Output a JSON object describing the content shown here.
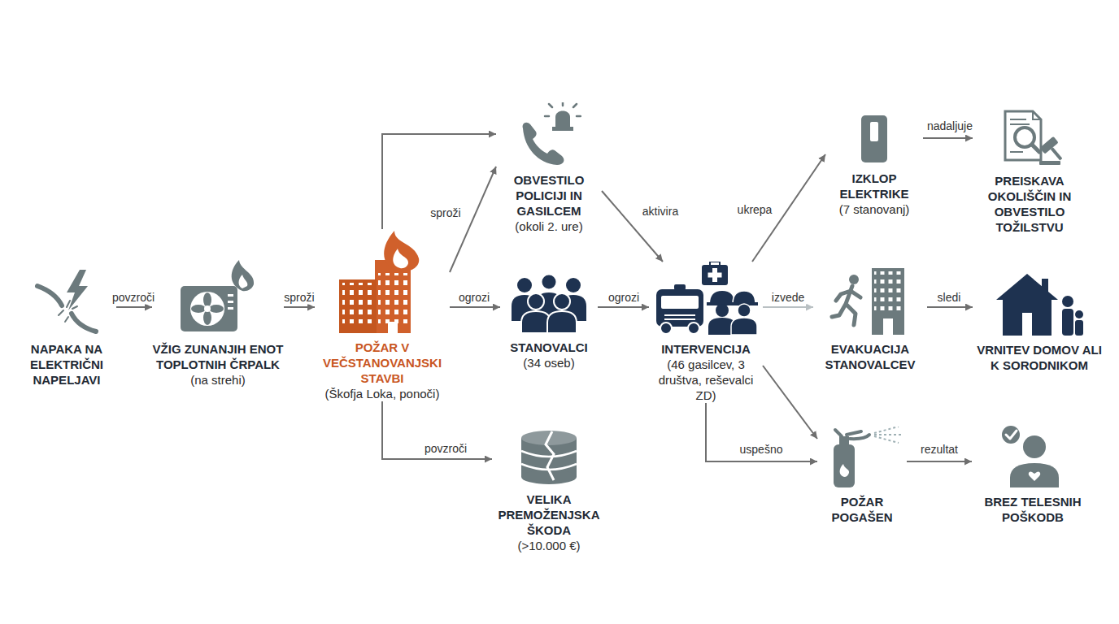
{
  "diagram": {
    "nodes": [
      {
        "text": [
          "NAPAKA NA ELEKTRIČNI NAPELJAVI"
        ]
      },
      {
        "text": [
          "VŽIG ZUNANJIH ENOT TOPLOTNIH ČRPALK",
          "(na strehi)"
        ]
      },
      {
        "text": [
          "POŽAR V VEČSTANOVANJSKI STAVBI",
          "(Škofja Loka, ponoči)"
        ]
      },
      {
        "text": [
          "OBVESTILO POLICIJI IN GASILCEM",
          "(okoli 2. ure)"
        ]
      },
      {
        "text": [
          "STANOVALCI",
          "(34 oseb)"
        ]
      },
      {
        "text": [
          "VELIKA PREMOŽENJSKA ŠKODA",
          "(>10.000 €)"
        ]
      },
      {
        "text": [
          "INTERVENCIJA",
          "(46 gasilcev, 3 društva, reševalci ZD)"
        ]
      },
      {
        "text": [
          "IZKLOP ELEKTRIKE",
          "(7 stanovanj)"
        ]
      },
      {
        "text": [
          "PREISKAVA OKOLIŠČIN IN OBVESTILO TOŽILSTVU"
        ]
      },
      {
        "text": [
          "EVAKUACIJA STANOVALCEV"
        ]
      },
      {
        "text": [
          "VRNITEV DOMOV ALI K SORODNIKOM"
        ]
      },
      {
        "text": [
          "POŽAR POGAŠEN"
        ]
      },
      {
        "text": [
          "BREZ TELESNIH POŠKODB"
        ]
      }
    ],
    "edges": [
      {
        "from": 0,
        "to": 1,
        "label": "povzroči",
        "arrow": "to"
      },
      {
        "from": 1,
        "to": 2,
        "label": "sproži",
        "arrow": "to"
      },
      {
        "from": 2,
        "to": 3,
        "label": "sproži",
        "arrow": "to"
      },
      {
        "from": 2,
        "to": 3,
        "arrow": "to"
      },
      {
        "from": 2,
        "to": 4,
        "label": "ogrozi",
        "arrow": "to"
      },
      {
        "from": 2,
        "to": 5,
        "label": "povzroči",
        "arrow": "to"
      },
      {
        "from": 3,
        "to": 6,
        "label": "aktivira",
        "arrow": "to"
      },
      {
        "from": 4,
        "to": 6,
        "label": "ogrozi",
        "arrow": "to"
      },
      {
        "from": 6,
        "to": 7,
        "label": "ukrepa",
        "arrow": "to"
      },
      {
        "from": 7,
        "to": 8,
        "label": "nadaljuje",
        "arrow": "to"
      },
      {
        "from": 6,
        "to": 9,
        "label": "izvede",
        "arrow": "to"
      },
      {
        "from": 9,
        "to": 10,
        "label": "sledi",
        "arrow": "to"
      },
      {
        "from": 6,
        "to": 11,
        "arrow": "to"
      },
      {
        "from": 6,
        "to": 11,
        "label": "uspešno",
        "arrow": "to"
      },
      {
        "from": 11,
        "to": 12,
        "label": "rezultat",
        "arrow": "to"
      }
    ]
  }
}
